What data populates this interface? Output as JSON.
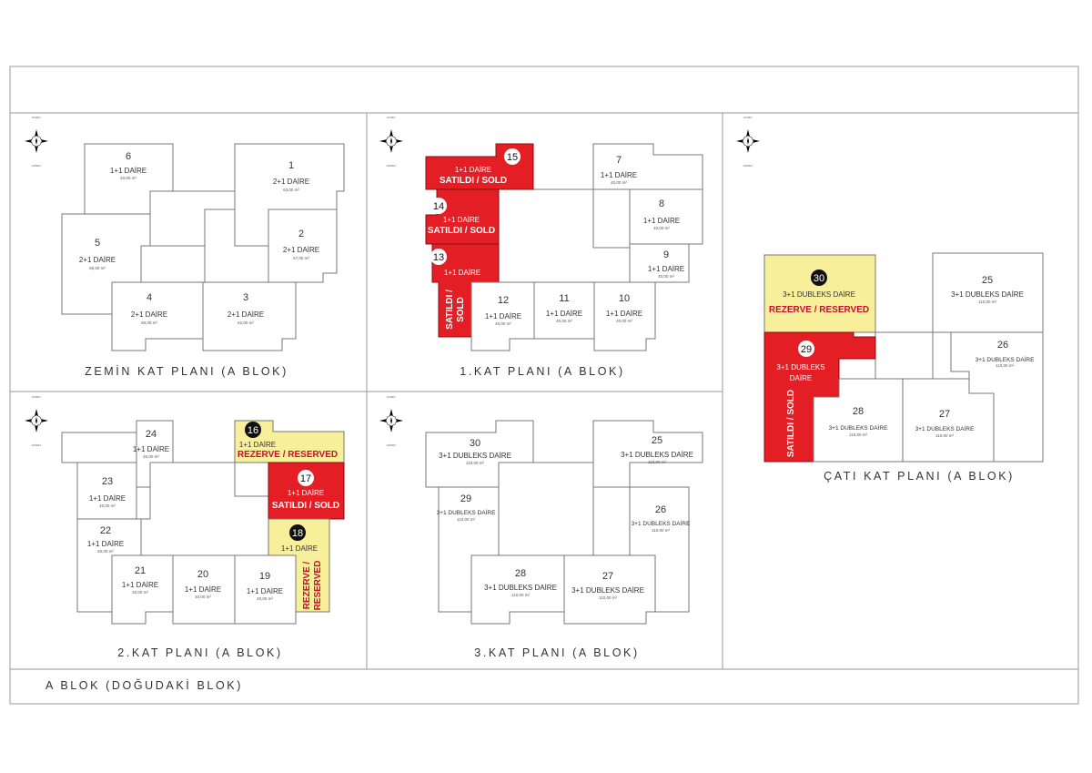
{
  "compass": {
    "north": "KUZEY",
    "south": "GÜNEY"
  },
  "footer": "A BLOK (DOĞUDAKİ BLOK)",
  "status": {
    "sold": "SATILDI / SOLD",
    "reserved": "REZERVE / RESERVED"
  },
  "colors": {
    "sold": "#e31e24",
    "reserved": "#f7ef99",
    "outline": "#777777"
  },
  "panels": {
    "zemin": {
      "title": "ZEMİN KAT PLANI (A BLOK)",
      "units": [
        {
          "num": "6",
          "type": "1+1 DAİRE",
          "area": "40,00 m²"
        },
        {
          "num": "1",
          "type": "2+1 DAİRE",
          "area": "63,00 m²"
        },
        {
          "num": "2",
          "type": "2+1 DAİRE",
          "area": "67,00 m²"
        },
        {
          "num": "5",
          "type": "2+1 DAİRE",
          "area": "85,00 m²"
        },
        {
          "num": "4",
          "type": "2+1 DAİRE",
          "area": "60,00 m²"
        },
        {
          "num": "3",
          "type": "2+1 DAİRE",
          "area": "62,00 m²"
        }
      ]
    },
    "kat1": {
      "title": "1.KAT PLANI (A BLOK)",
      "units": [
        {
          "num": "15",
          "type": "1+1 DAİRE",
          "status": "SATILDI / SOLD"
        },
        {
          "num": "14",
          "type": "1+1 DAİRE",
          "status": "SATILDI / SOLD"
        },
        {
          "num": "13",
          "type": "1+1 DAİRE",
          "status1": "SATILDI /",
          "status2": "SOLD"
        },
        {
          "num": "7",
          "type": "1+1 DAİRE",
          "area": "40,00 m²"
        },
        {
          "num": "8",
          "type": "1+1 DAİRE",
          "area": "40,00 m²"
        },
        {
          "num": "9",
          "type": "1+1 DAİRE",
          "area": "40,00 m²"
        },
        {
          "num": "12",
          "type": "1+1 DAİRE",
          "area": "40,00 m²"
        },
        {
          "num": "11",
          "type": "1+1 DAİRE",
          "area": "40,00 m²"
        },
        {
          "num": "10",
          "type": "1+1 DAİRE",
          "area": "40,00 m²"
        }
      ]
    },
    "kat2": {
      "title": "2.KAT PLANI (A BLOK)",
      "units": [
        {
          "num": "24",
          "type": "1+1 DAİRE",
          "area": "40,00 m²"
        },
        {
          "num": "16",
          "type": "1+1 DAİRE",
          "status": "REZERVE / RESERVED"
        },
        {
          "num": "23",
          "type": "1+1 DAİRE",
          "area": "40,00 m²"
        },
        {
          "num": "17",
          "type": "1+1 DAİRE",
          "status": "SATILDI / SOLD"
        },
        {
          "num": "22",
          "type": "1+1 DAİRE",
          "area": "40,00 m²"
        },
        {
          "num": "18",
          "type": "1+1 DAİRE",
          "status1": "REZERVE /",
          "status2": "RESERVED"
        },
        {
          "num": "21",
          "type": "1+1 DAİRE",
          "area": "40,00 m²"
        },
        {
          "num": "20",
          "type": "1+1 DAİRE",
          "area": "40,00 m²"
        },
        {
          "num": "19",
          "type": "1+1 DAİRE",
          "area": "40,00 m²"
        }
      ]
    },
    "kat3": {
      "title": "3.KAT PLANI (A BLOK)",
      "units": [
        {
          "num": "30",
          "type": "3+1 DUBLEKS DAİRE",
          "area": "110,00 m²"
        },
        {
          "num": "25",
          "type": "3+1 DUBLEKS DAİRE",
          "area": "110,00 m²"
        },
        {
          "num": "29",
          "type": "3+1 DUBLEKS DAİRE",
          "area": "110,00 m²"
        },
        {
          "num": "26",
          "type": "3+1 DUBLEKS DAİRE",
          "area": "110,00 m²"
        },
        {
          "num": "28",
          "type": "3+1 DUBLEKS DAİRE",
          "area": "110,00 m²"
        },
        {
          "num": "27",
          "type": "3+1 DUBLEKS DAİRE",
          "area": "110,00 m²"
        }
      ]
    },
    "cati": {
      "title": "ÇATI KAT PLANI (A BLOK)",
      "units": [
        {
          "num": "30",
          "type": "3+1 DUBLEKS DAİRE",
          "status": "REZERVE / RESERVED"
        },
        {
          "num": "25",
          "type": "3+1 DUBLEKS DAİRE",
          "area": "110,00 m²"
        },
        {
          "num": "29",
          "type1": "3+1 DUBLEKS",
          "type2": "DAİRE",
          "status": "SATILDI / SOLD"
        },
        {
          "num": "26",
          "type": "3+1 DUBLEKS DAİRE",
          "area": "110,00 m²"
        },
        {
          "num": "28",
          "type": "3+1 DUBLEKS DAİRE",
          "area": "110,00 m²"
        },
        {
          "num": "27",
          "type": "3+1 DUBLEKS DAİRE",
          "area": "110,00 m²"
        }
      ]
    }
  }
}
